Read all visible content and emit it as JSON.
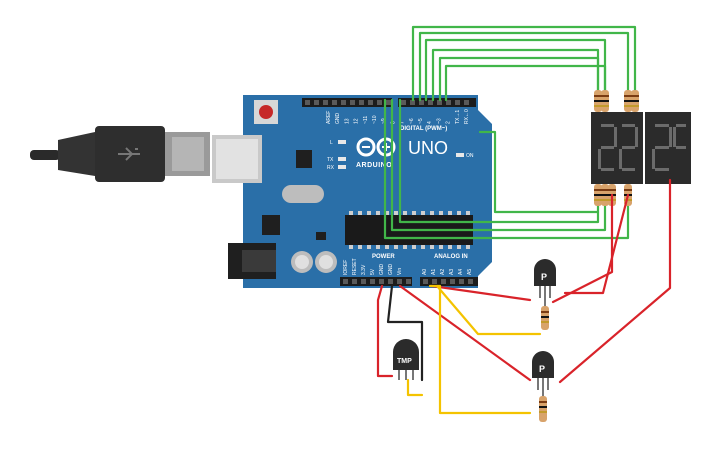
{
  "board": {
    "brand": "ARDUINO",
    "model": "UNO",
    "digital_label": "DIGITAL (PWM~)",
    "power_label": "POWER",
    "analog_label": "ANALOG IN",
    "on_label": "ON",
    "led_l": "L",
    "led_tx": "TX",
    "led_rx": "RX",
    "digital_pins": [
      "AREF",
      "GND",
      "13",
      "12",
      "~11",
      "~10",
      "~9",
      "8",
      "7",
      "~6",
      "~5",
      "4",
      "~3",
      "2",
      "TX→1",
      "RX←0"
    ],
    "power_pins": [
      "IOREF",
      "RESET",
      "3.3V",
      "5V",
      "GND",
      "GND",
      "Vin"
    ],
    "analog_pins": [
      "A0",
      "A1",
      "A2",
      "A3",
      "A4",
      "A5"
    ]
  },
  "components": {
    "temp_sensor_label": "TMP",
    "transistor_1_label": "P",
    "transistor_2_label": "P"
  },
  "colors": {
    "board": "#2a6fa8",
    "wire_green": "#41b649",
    "wire_red": "#d9232a",
    "wire_yellow": "#f4c300",
    "wire_black": "#222222",
    "display_body": "#2b2b2b",
    "segment_on": "#6b6b6b"
  }
}
